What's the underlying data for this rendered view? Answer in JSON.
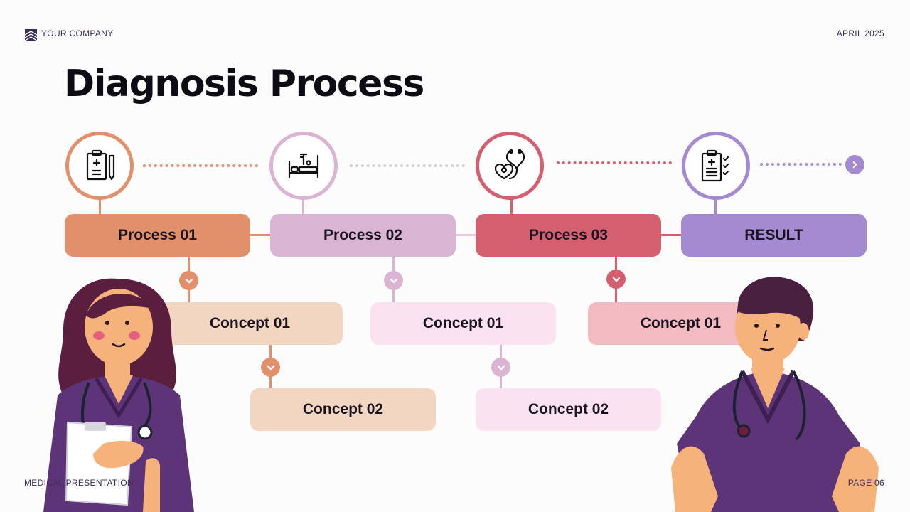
{
  "header": {
    "company": "YOUR COMPANY",
    "date": "APRIL 2025"
  },
  "title": "Diagnosis Process",
  "steps": [
    {
      "label": "Process 01",
      "icon": "clipboard-medical-icon",
      "color": "#e2906b"
    },
    {
      "label": "Process 02",
      "icon": "hospital-bed-icon",
      "color": "#dab5d3"
    },
    {
      "label": "Process 03",
      "icon": "stethoscope-heart-icon",
      "color": "#d4606f"
    },
    {
      "label": "RESULT",
      "icon": "checklist-clipboard-icon",
      "color": "#a48ad0"
    }
  ],
  "concepts": {
    "p1": [
      "Concept 01",
      "Concept 02"
    ],
    "p2": [
      "Concept 01",
      "Concept 02"
    ],
    "p3": [
      "Concept 01"
    ]
  },
  "colors": {
    "p1_concept": "#f3d6c1",
    "p2_concept": "#fbe2f1",
    "p3_concept": "#f4bac1"
  },
  "illustrations": [
    "female-doctor-illustration",
    "male-doctor-illustration"
  ],
  "footer": {
    "left": "MEDICAL PRESENTATION",
    "right": "PAGE 06"
  }
}
